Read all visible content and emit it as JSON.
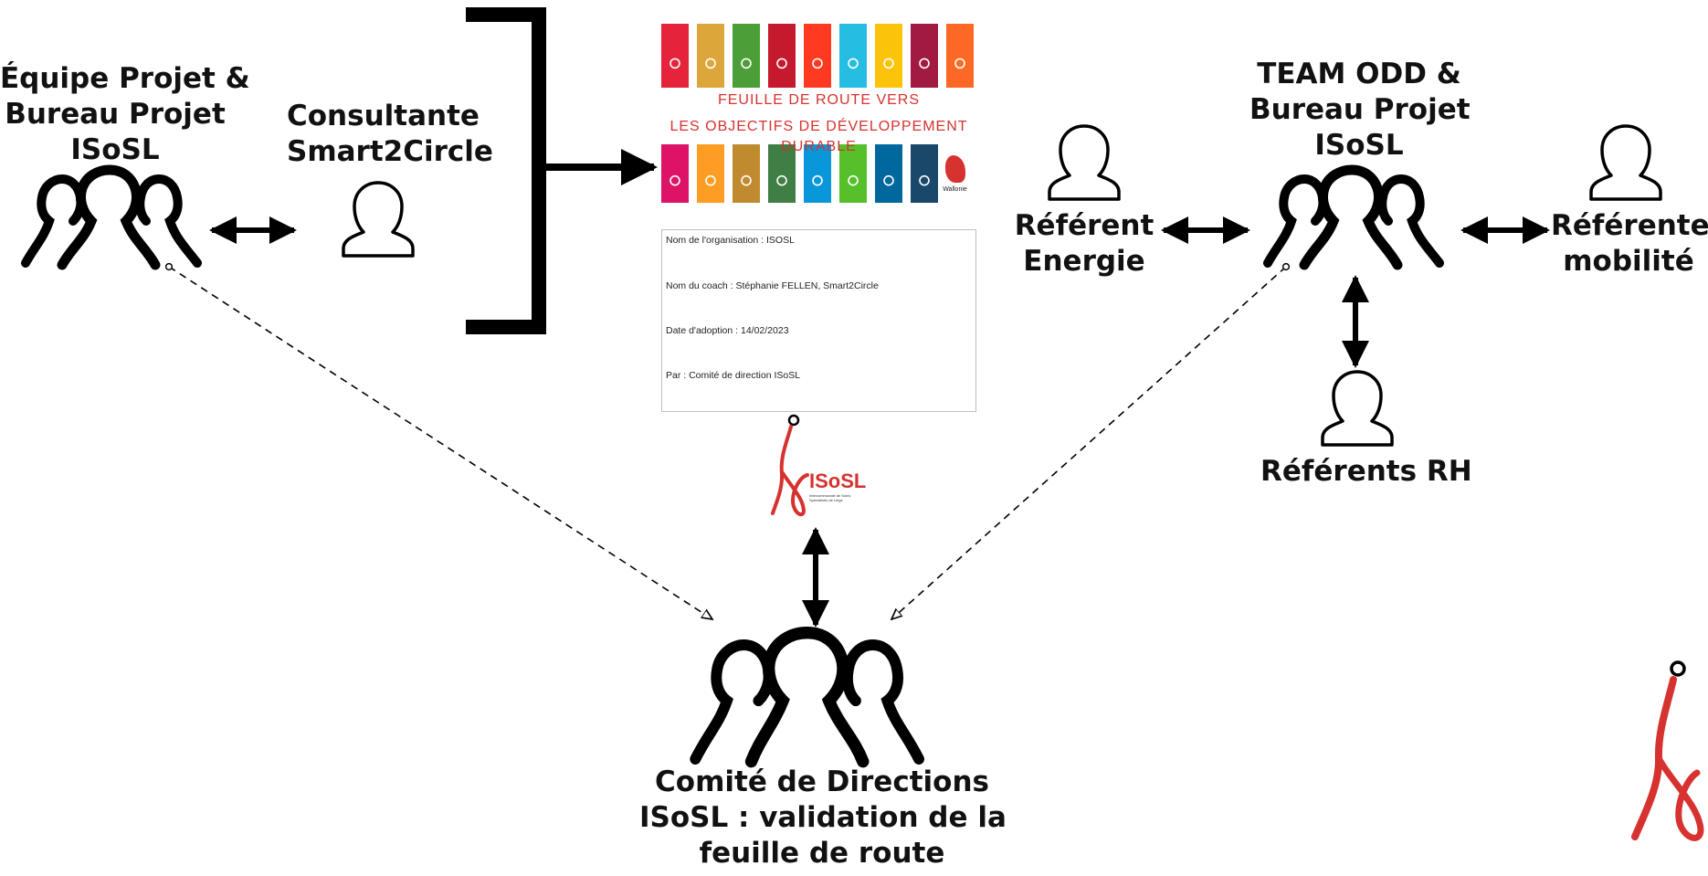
{
  "nodes": {
    "equipe_projet": {
      "lines": [
        "Équipe Projet &",
        "Bureau Projet",
        "ISoSL"
      ]
    },
    "consultante": {
      "lines": [
        "Consultante",
        "Smart2Circle"
      ]
    },
    "team_odd": {
      "lines": [
        "TEAM ODD &",
        "Bureau Projet",
        "ISoSL"
      ]
    },
    "referent_energie": {
      "lines": [
        "Référent",
        "Energie"
      ]
    },
    "referente_mobilite": {
      "lines": [
        "Référente",
        "mobilité"
      ]
    },
    "referents_rh": {
      "lines": [
        "Référents RH"
      ]
    },
    "comite": {
      "lines": [
        "Comité de Directions",
        "ISoSL : validation de la",
        "feuille de route"
      ]
    }
  },
  "roadmap_doc": {
    "title_line1": "FEUILLE DE ROUTE VERS",
    "title_line2": "LES OBJECTIFS DE DÉVELOPPEMENT DURABLE",
    "organisation": "Nom de l'organisation :  ISOSL",
    "coach": "Nom du coach :  Stéphanie FELLEN, Smart2Circle",
    "adoption_date": "Date d'adoption :  14/02/2023",
    "par": "Par : Comité de direction ISoSL",
    "region_label": "Wallonie"
  },
  "isosl_logo": {
    "name": "ISoSL",
    "tagline": "Intercommunale de Soins Spécialisés de Liège"
  },
  "sdg_tile_colors": {
    "row1": [
      "#e5243b",
      "#dda63a",
      "#4c9f38",
      "#c5192d",
      "#ff3a21",
      "#26bde2",
      "#fcc30b",
      "#a21942",
      "#fd6925"
    ],
    "row2": [
      "#dd1367",
      "#fd9d24",
      "#bf8b2e",
      "#3f7e44",
      "#0a97d9",
      "#56c02b",
      "#00689d",
      "#19486a"
    ]
  },
  "accent_color": "#d6322f"
}
